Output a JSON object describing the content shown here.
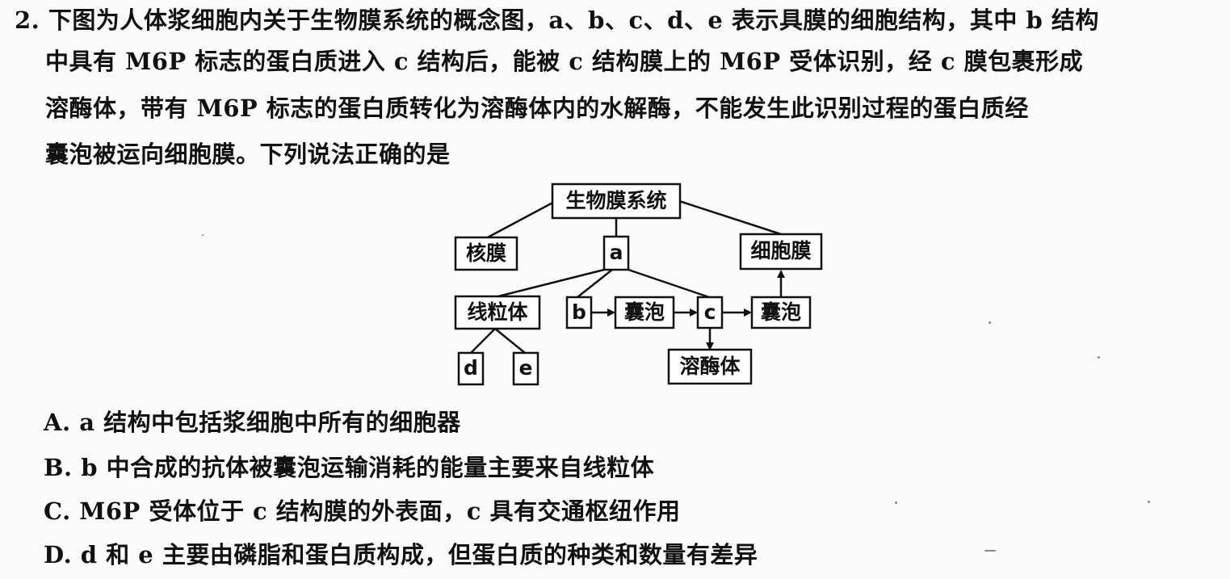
{
  "question": {
    "line1": "2. 下图为人体浆细胞内关于生物膜系统的概念图，a、b、c、d、e 表示具膜的细胞结构，其中 b 结构",
    "line2": "中具有 M6P 标志的蛋白质进入 c 结构后，能被 c 结构膜上的 M6P 受体识别，经 c 膜包裹形成",
    "line3": "溶酶体，带有 M6P 标志的蛋白质转化为溶酶体内的水解酶，不能发生此识别过程的蛋白质经",
    "line4": "囊泡被运向细胞膜。下列说法正确的是"
  },
  "diagram": {
    "root": "生物膜系统",
    "nuclear_membrane": "核膜",
    "a": "a",
    "cell_membrane": "细胞膜",
    "mitochondria": "线粒体",
    "b": "b",
    "vesicle1": "囊泡",
    "c": "c",
    "vesicle2": "囊泡",
    "d": "d",
    "e": "e",
    "lysosome": "溶酶体"
  },
  "options": {
    "A": "A. a 结构中包括浆细胞中所有的细胞器",
    "B": "B. b 中合成的抗体被囊泡运输消耗的能量主要来自线粒体",
    "C": "C. M6P 受体位于 c 结构膜的外表面，c 具有交通枢纽作用",
    "D": "D. d 和 e 主要由磷脂和蛋白质构成，但蛋白质的种类和数量有差异"
  }
}
